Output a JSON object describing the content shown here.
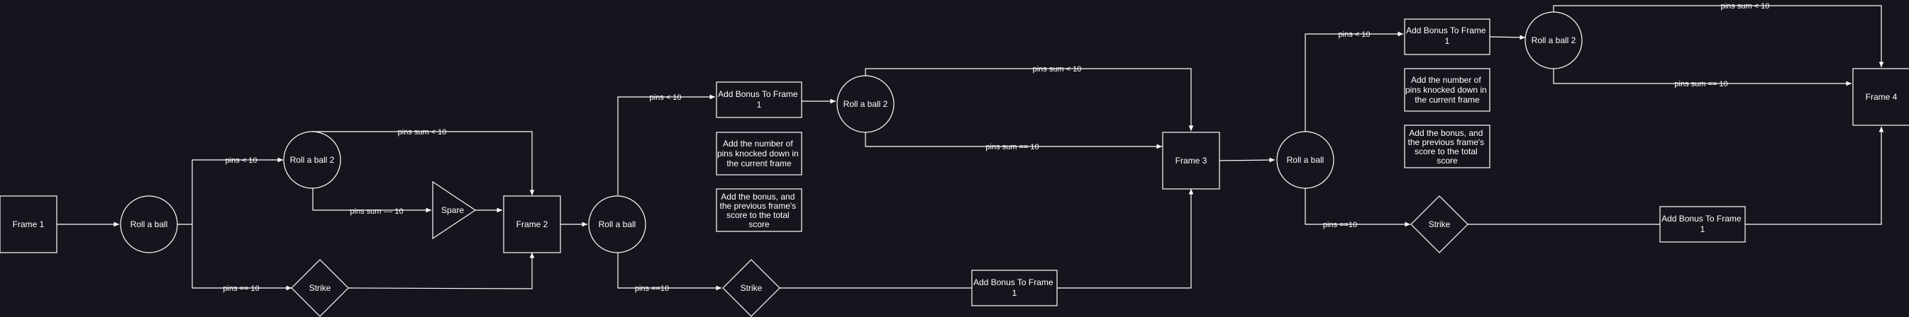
{
  "frames": {
    "frame1": "Frame 1",
    "frame2": "Frame 2",
    "frame3": "Frame 3",
    "frame4": "Frame 4"
  },
  "circles": {
    "roll1": "Roll a ball",
    "roll1b": "Roll a ball 2",
    "roll2": "Roll  a ball",
    "roll2b": "Roll a ball 2",
    "roll3": "Roll a ball",
    "roll3b": "Roll a ball 2"
  },
  "shapes": {
    "spare": "Spare",
    "strike1": "Strike",
    "strike2": "Strike",
    "strike3": "Strike"
  },
  "boxes": {
    "bonus_f2_top": [
      "Add Bonus To Frame",
      "1"
    ],
    "add_pins_f2": [
      "Add the number of",
      "pins knocked down in",
      "the current frame"
    ],
    "add_bonus_f2": [
      "Add the bonus, and",
      "the previous frame's",
      "score to the total",
      "score"
    ],
    "bonus_f2_bottom": [
      "Add Bonus To Frame",
      "1"
    ],
    "bonus_f3_top": [
      "Add Bonus To Frame",
      "1"
    ],
    "add_pins_f3": [
      "Add the number of",
      "pins knocked down in",
      "the current frame"
    ],
    "add_bonus_f3": [
      "Add the bonus, and",
      "the previous frame's",
      "score to the total",
      "score"
    ],
    "bonus_f3_bottom": [
      "Add Bonus To Frame",
      "1"
    ]
  },
  "edges": {
    "e1_lt10": "pins < 10",
    "e1_sum_lt10": "pins  sum < 10",
    "e1_sum_eq10": "pins sum == 10",
    "e1_eq10": "pins  == 10",
    "e2_lt10": "pins < 10",
    "e2_sum_lt10": "pins  sum < 10",
    "e2_sum_eq10": "pins sum == 10",
    "e2_eq10": "pins ==10",
    "e3_lt10": "pins < 10",
    "e3_sum_lt10": "pins  sum < 10",
    "e3_sum_eq10": "pins sum == 10",
    "e3_eq10": "pins ==10"
  }
}
